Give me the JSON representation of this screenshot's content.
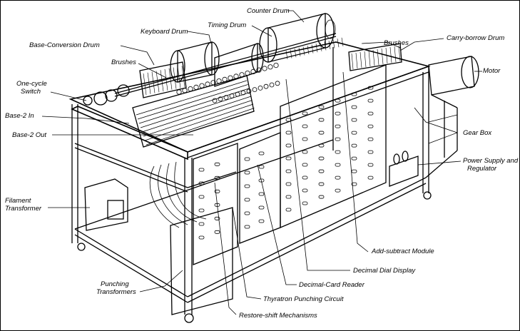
{
  "labels": {
    "counter_drum": "Counter Drum",
    "timing_drum": "Timing Drum",
    "keyboard_drum": "Keyboard Drum",
    "base_conversion_drum": "Base-Conversion Drum",
    "brushes_left": "Brushes",
    "brushes_right": "Brushes",
    "carry_borrow_drum": "Carry-borrow Drum",
    "motor": "Motor",
    "one_cycle_switch_1": "One-cycle",
    "one_cycle_switch_2": "Switch",
    "base2_in": "Base-2 In",
    "base2_out": "Base-2 Out",
    "gear_box": "Gear Box",
    "power_supply_1": "Power Supply and",
    "power_supply_2": "Regulator",
    "filament_transformer_1": "Filament",
    "filament_transformer_2": "Transformer",
    "add_subtract_module": "Add-subtract Module",
    "decimal_dial_display": "Decimal Dial Display",
    "decimal_card_reader": "Decimal-Card Reader",
    "punching_transformers_1": "Punching",
    "punching_transformers_2": "Transformers",
    "thyratron_punching_circuit": "Thyratron Punching Circuit",
    "restore_shift_mechanisms": "Restore-shift Mechanisms"
  }
}
